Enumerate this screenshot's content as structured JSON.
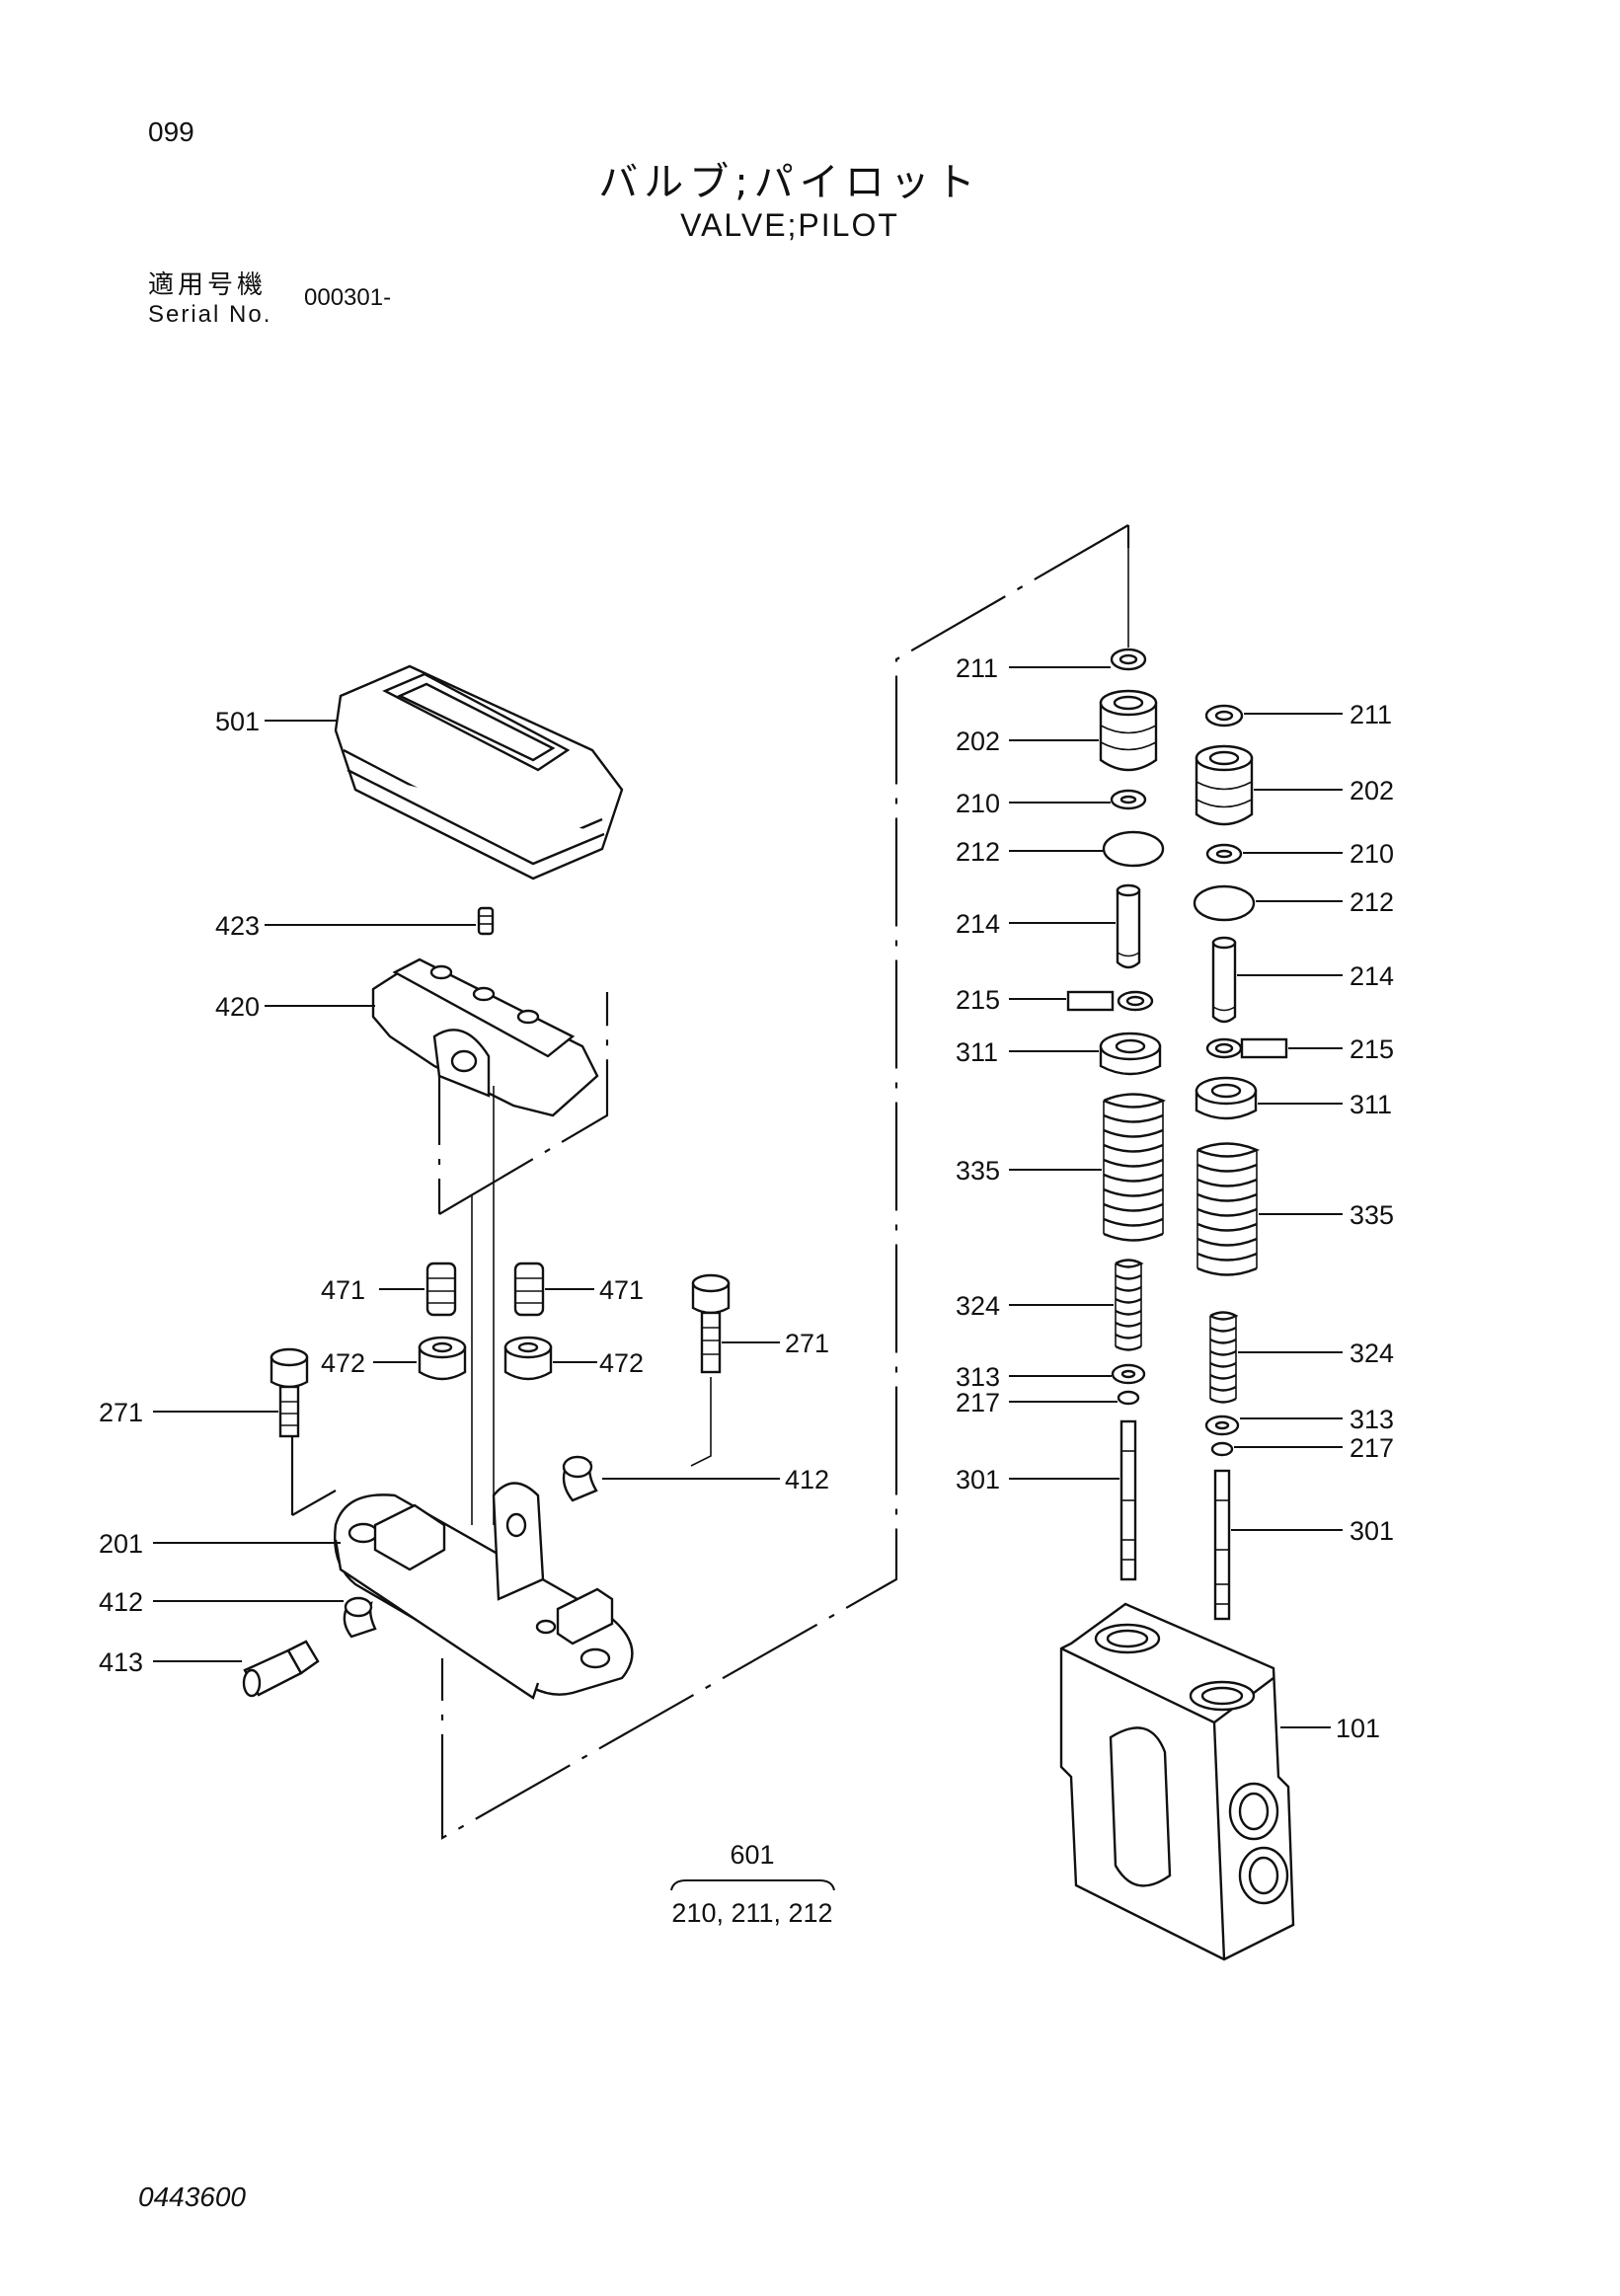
{
  "header": {
    "page_number": "099",
    "title_jp": "バルブ;パイロット",
    "title_en": "VALVE;PILOT",
    "serial_label_jp": "適用号機",
    "serial_label_en": "Serial No.",
    "serial_value": "000301-"
  },
  "footer": {
    "doc_id": "0443600"
  },
  "callouts": {
    "p501": "501",
    "p423": "423",
    "p420": "420",
    "p471a": "471",
    "p471b": "471",
    "p472a": "472",
    "p472b": "472",
    "p271a": "271",
    "p271b": "271",
    "p412a": "412",
    "p412b": "412",
    "p201": "201",
    "p413": "413",
    "l211": "211",
    "l202": "202",
    "l210": "210",
    "l212": "212",
    "l214": "214",
    "l215": "215",
    "l311": "311",
    "l335": "335",
    "l324": "324",
    "l313": "313",
    "l217": "217",
    "l301": "301",
    "r211": "211",
    "r202": "202",
    "r210": "210",
    "r212": "212",
    "r214": "214",
    "r215": "215",
    "r311": "311",
    "r335": "335",
    "r324": "324",
    "r313": "313",
    "r217": "217",
    "r301": "301",
    "p101": "101"
  },
  "kit": {
    "number": "601",
    "contents": "210, 211, 212"
  }
}
